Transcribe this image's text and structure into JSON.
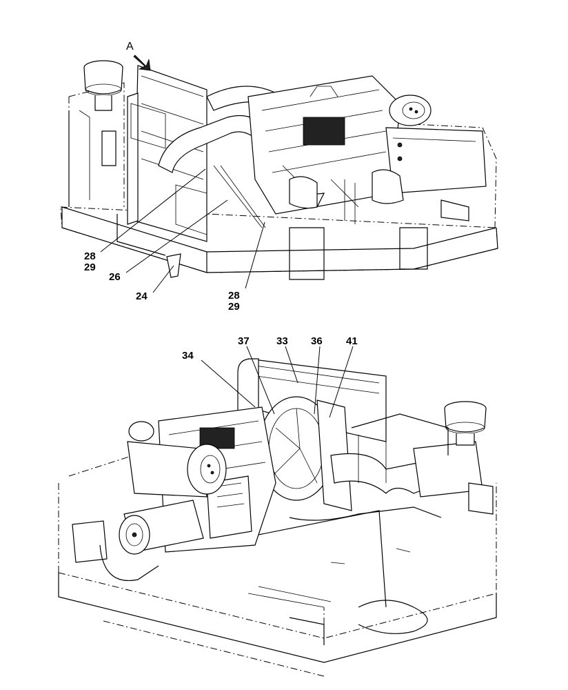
{
  "view_marker": {
    "letter": "A"
  },
  "top_view": {
    "callouts": [
      {
        "id": "c-28a",
        "label": "28"
      },
      {
        "id": "c-29a",
        "label": "29"
      },
      {
        "id": "c-26",
        "label": "26"
      },
      {
        "id": "c-24",
        "label": "24"
      },
      {
        "id": "c-28b",
        "label": "28"
      },
      {
        "id": "c-29b",
        "label": "29"
      }
    ]
  },
  "bottom_view": {
    "callouts": [
      {
        "id": "c-34",
        "label": "34"
      },
      {
        "id": "c-37",
        "label": "37"
      },
      {
        "id": "c-33",
        "label": "33"
      },
      {
        "id": "c-36",
        "label": "36"
      },
      {
        "id": "c-41",
        "label": "41"
      }
    ]
  }
}
